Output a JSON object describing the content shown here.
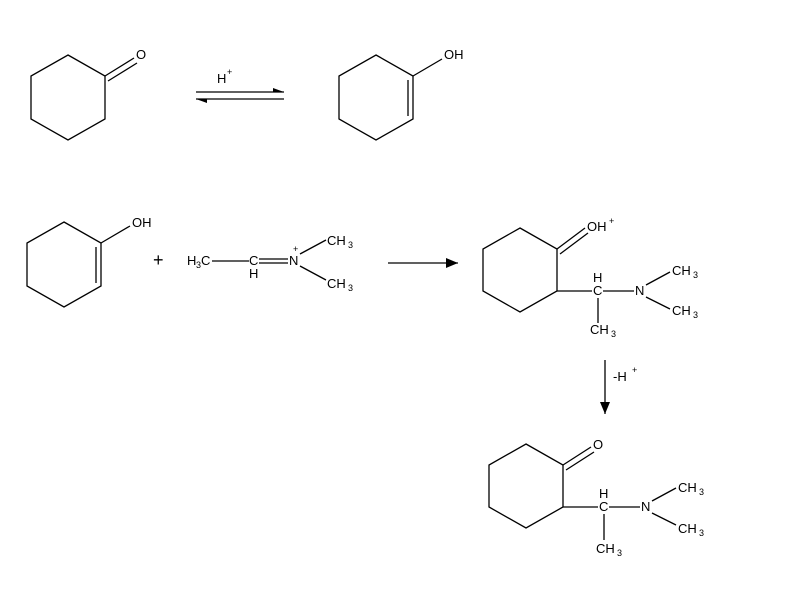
{
  "labels": {
    "O": "O",
    "OH": "OH",
    "H": "H",
    "C": "C",
    "N": "N",
    "CH": "CH",
    "CH_left": "H",
    "C_left": "C",
    "sub3": "3",
    "plus_charge": "+",
    "reactant_plus": "+",
    "step1_catalyst": "H",
    "step1_catalyst_sup": "+",
    "step3_reagent": "-H",
    "step3_reagent_sup": "+"
  }
}
